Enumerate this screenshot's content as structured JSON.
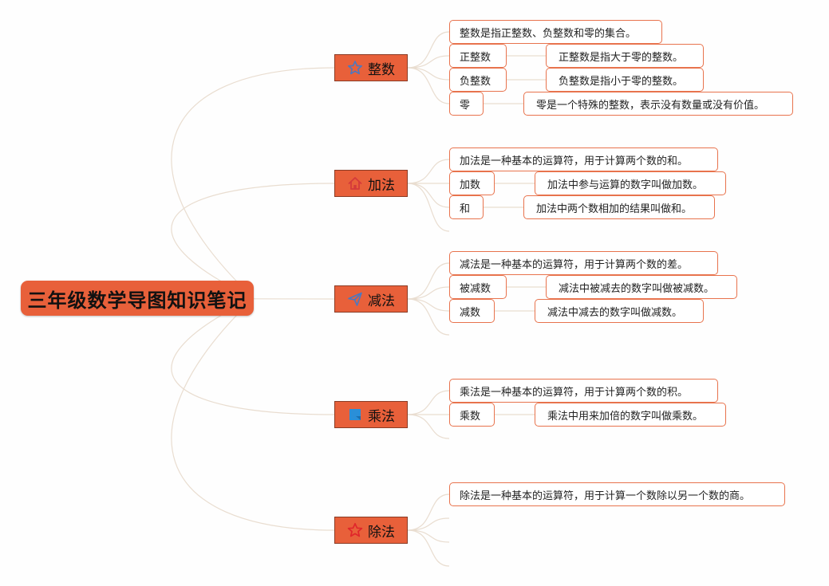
{
  "title": "三年级数学导图知识笔记",
  "colors": {
    "accent": "#e8603a",
    "leaf_border": "#e8734d",
    "link": "#e9ddd0"
  },
  "branches": [
    {
      "label": "整数",
      "icon": "star-outline-icon",
      "lines": [
        {
          "text": "整数是指正整数、负整数和零的集合。"
        },
        {
          "text": "正整数",
          "detail": "正整数是指大于零的整数。"
        },
        {
          "text": "负整数",
          "detail": "负整数是指小于零的整数。"
        },
        {
          "text": "零",
          "detail": "零是一个特殊的整数，表示没有数量或没有价值。"
        }
      ]
    },
    {
      "label": "加法",
      "icon": "home-icon",
      "lines": [
        {
          "text": "加法是一种基本的运算符，用于计算两个数的和。"
        },
        {
          "text": "加数",
          "detail": "加法中参与运算的数字叫做加数。"
        },
        {
          "text": "和",
          "detail": "加法中两个数相加的结果叫做和。"
        }
      ]
    },
    {
      "label": "减法",
      "icon": "paper-plane-icon",
      "lines": [
        {
          "text": "减法是一种基本的运算符，用于计算两个数的差。"
        },
        {
          "text": "被减数",
          "detail": "减法中被减去的数字叫做被减数。"
        },
        {
          "text": "减数",
          "detail": "减法中减去的数字叫做减数。"
        }
      ]
    },
    {
      "label": "乘法",
      "icon": "flag-icon",
      "lines": [
        {
          "text": "乘法是一种基本的运算符，用于计算两个数的积。"
        },
        {
          "text": "乘数",
          "detail": "乘法中用来加倍的数字叫做乘数。"
        }
      ]
    },
    {
      "label": "除法",
      "icon": "star-red-icon",
      "lines": [
        {
          "text": "除法是一种基本的运算符，用于计算一个数除以另一个数的商。"
        }
      ]
    }
  ]
}
